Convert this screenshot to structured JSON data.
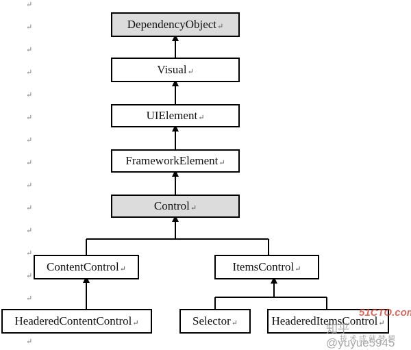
{
  "paragraph_mark": "↵",
  "nodes": {
    "dependency_object": "DependencyObject",
    "visual": "Visual",
    "ui_element": "UIElement",
    "framework_element": "FrameworkElement",
    "control": "Control",
    "content_control": "ContentControl",
    "items_control": "ItemsControl",
    "headered_content_control": "HeaderedContentControl",
    "selector": "Selector",
    "headered_items_control": "HeaderedItemsControl"
  },
  "watermark": {
    "site": "51CTO.com",
    "handle": "知乎 @yuyue5945",
    "slogan": "技术成就梦想"
  },
  "colors": {
    "highlight_fill": "#dcdcdc",
    "border": "#000000",
    "watermark_red": "#c43a2a"
  }
}
